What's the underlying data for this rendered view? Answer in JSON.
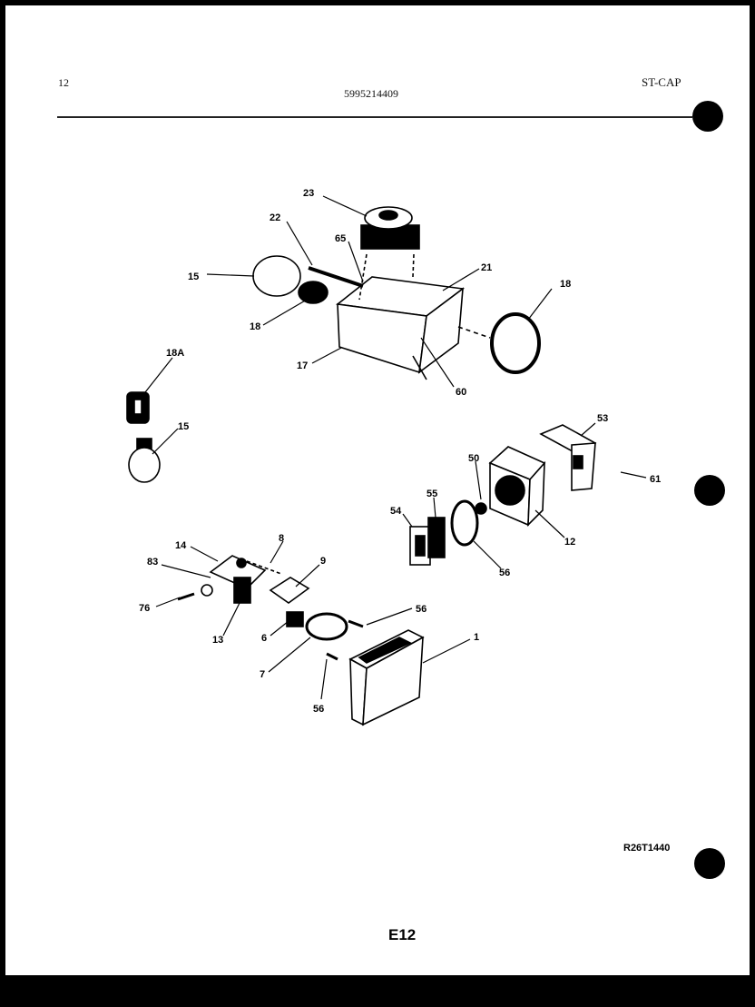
{
  "header": {
    "page_number": "12",
    "document_number": "5995214409",
    "model_code": "ST-CAP"
  },
  "callouts": [
    "23",
    "22",
    "65",
    "21",
    "15",
    "18",
    "18",
    "17",
    "60",
    "18A",
    "15",
    "53",
    "50",
    "61",
    "55",
    "54",
    "12",
    "56",
    "14",
    "8",
    "9",
    "83",
    "56",
    "76",
    "6",
    "13",
    "1",
    "7",
    "56"
  ],
  "footer": {
    "drawing_number": "R26T1440",
    "page_label": "E12"
  },
  "icons": [
    "binder-hole-icon"
  ]
}
